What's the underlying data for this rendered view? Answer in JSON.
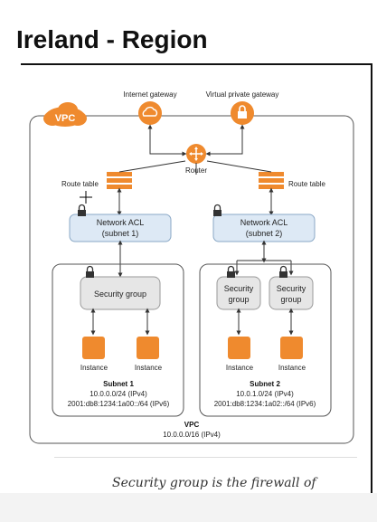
{
  "page": {
    "heading": "Ireland - Region",
    "caption": "Security group is the firewall of"
  },
  "diagram": {
    "vpc_badge": "VPC",
    "internet_gateway": "Internet gateway",
    "virtual_private_gateway": "Virtual private gateway",
    "router": "Router",
    "route_table_left": "Route table",
    "route_table_right": "Route table",
    "acl_left": {
      "line1": "Network ACL",
      "line2": "(subnet 1)"
    },
    "acl_right": {
      "line1": "Network ACL",
      "line2": "(subnet 2)"
    },
    "sg_left": "Security group",
    "sg_right_a": {
      "line1": "Security",
      "line2": "group"
    },
    "sg_right_b": {
      "line1": "Security",
      "line2": "group"
    },
    "instance": "Instance",
    "subnet1": {
      "title": "Subnet 1",
      "ipv4": "10.0.0.0/24 (IPv4)",
      "ipv6": "2001:db8:1234:1a00::/64 (IPv6)"
    },
    "subnet2": {
      "title": "Subnet 2",
      "ipv4": "10.0.1.0/24 (IPv4)",
      "ipv6": "2001:db8:1234:1a02::/64 (IPv6)"
    },
    "vpc": {
      "title": "VPC",
      "cidr": "10.0.0.0/16 (IPv4)"
    },
    "colors": {
      "orange": "#ef8a2e",
      "acl_fill": "#dde9f5",
      "sg_fill": "#e6e6e6"
    }
  }
}
